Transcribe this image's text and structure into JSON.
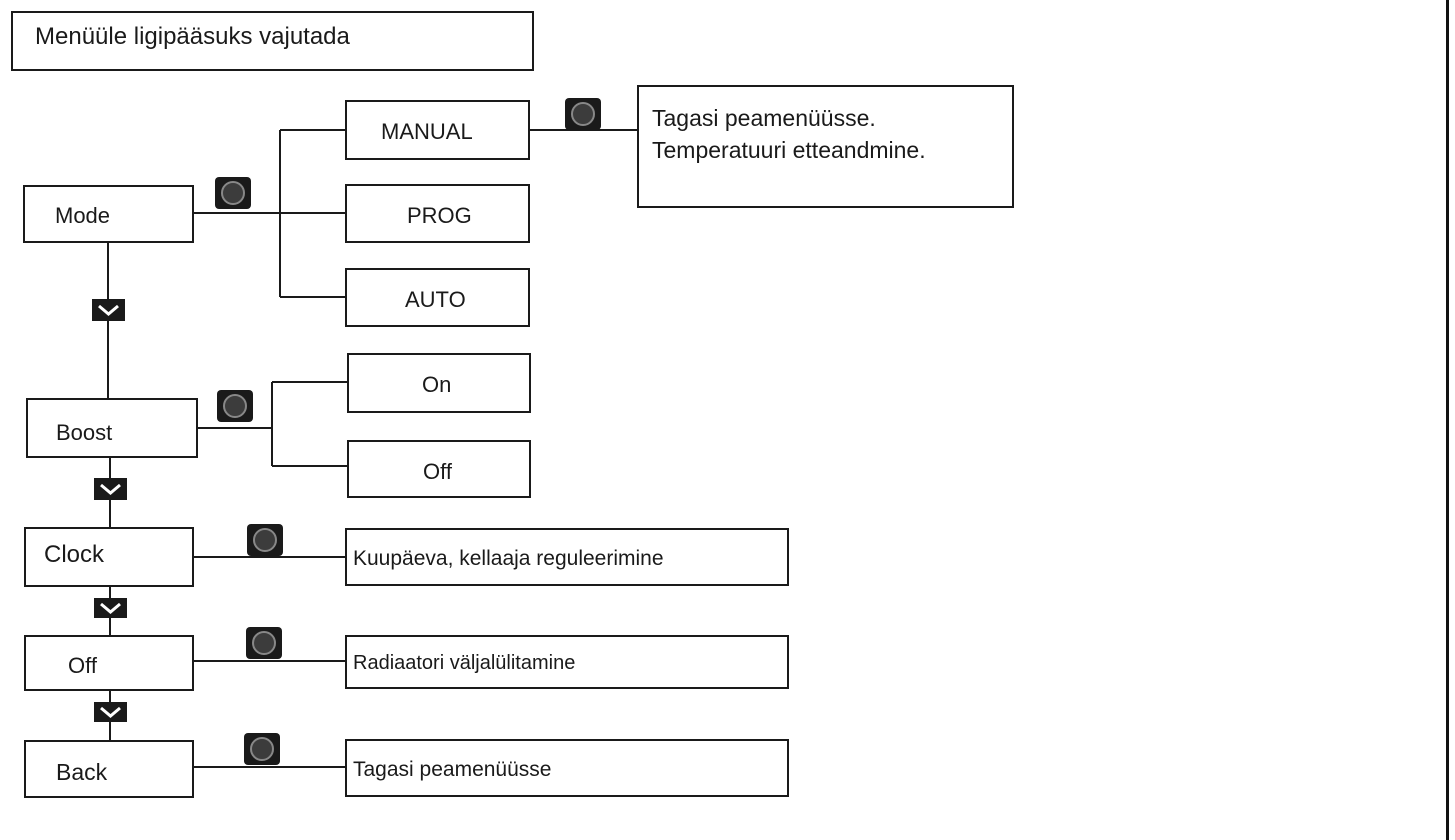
{
  "header_note": "Menüüle ligipääsuks vajutada",
  "menu": {
    "mode": "Mode",
    "boost": "Boost",
    "clock": "Clock",
    "off": "Off",
    "back": "Back"
  },
  "mode_options": {
    "manual": "MANUAL",
    "prog": "PROG",
    "auto": "AUTO"
  },
  "manual_result": {
    "line1": "Tagasi peamenüüsse.",
    "line2": "Temperatuuri etteandmine."
  },
  "boost_options": {
    "on": "On",
    "off": "Off"
  },
  "clock_result": "Kuupäeva, kellaaja reguleerimine",
  "off_result": "Radiaatori väljalülitamine",
  "back_result": "Tagasi peamenüüsse",
  "icons": {
    "menu_button": "round-button-icon",
    "mode": "grid-mode-icon",
    "boost": "boost-heat-icon",
    "clock": "clock-icon",
    "off": "power-icon",
    "back": "return-arrow-icon",
    "next": "down-arrow-button-icon"
  },
  "colors": {
    "line": "#1a1a1a",
    "button_face": "#1a1a1a",
    "boost_icon": "#4a7a6a"
  }
}
